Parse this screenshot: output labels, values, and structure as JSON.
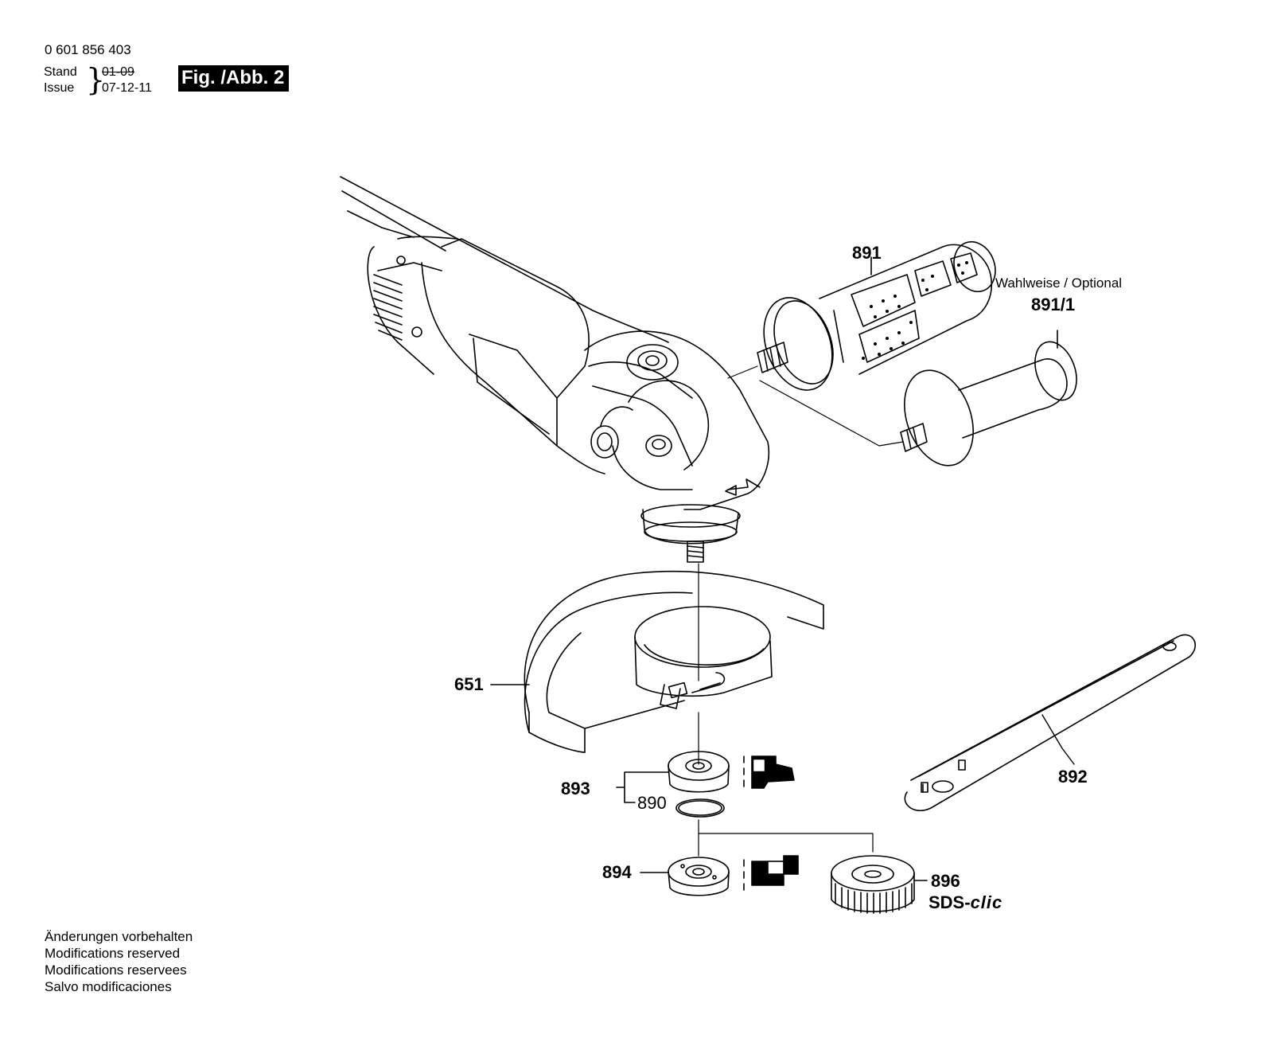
{
  "header": {
    "part_number": "0 601 856 403",
    "stand_label": "Stand",
    "issue_label": "Issue",
    "stand_date": "01-09",
    "issue_date": "07-12-11",
    "figure_label": "Fig. /Abb. 2"
  },
  "callouts": {
    "p891": "891",
    "p891_1": "891/1",
    "optional_note": "Wahlweise / Optional",
    "p651": "651",
    "p893": "893",
    "p890": "890",
    "p892": "892",
    "p894": "894",
    "p896": "896",
    "sds_prefix": "SDS-",
    "sds_suffix": "clic"
  },
  "footer": {
    "line1": "Änderungen vorbehalten",
    "line2": "Modifications reserved",
    "line3": "Modifications reservees",
    "line4": "Salvo modificaciones"
  },
  "colors": {
    "line": "#000000",
    "background": "#ffffff"
  }
}
